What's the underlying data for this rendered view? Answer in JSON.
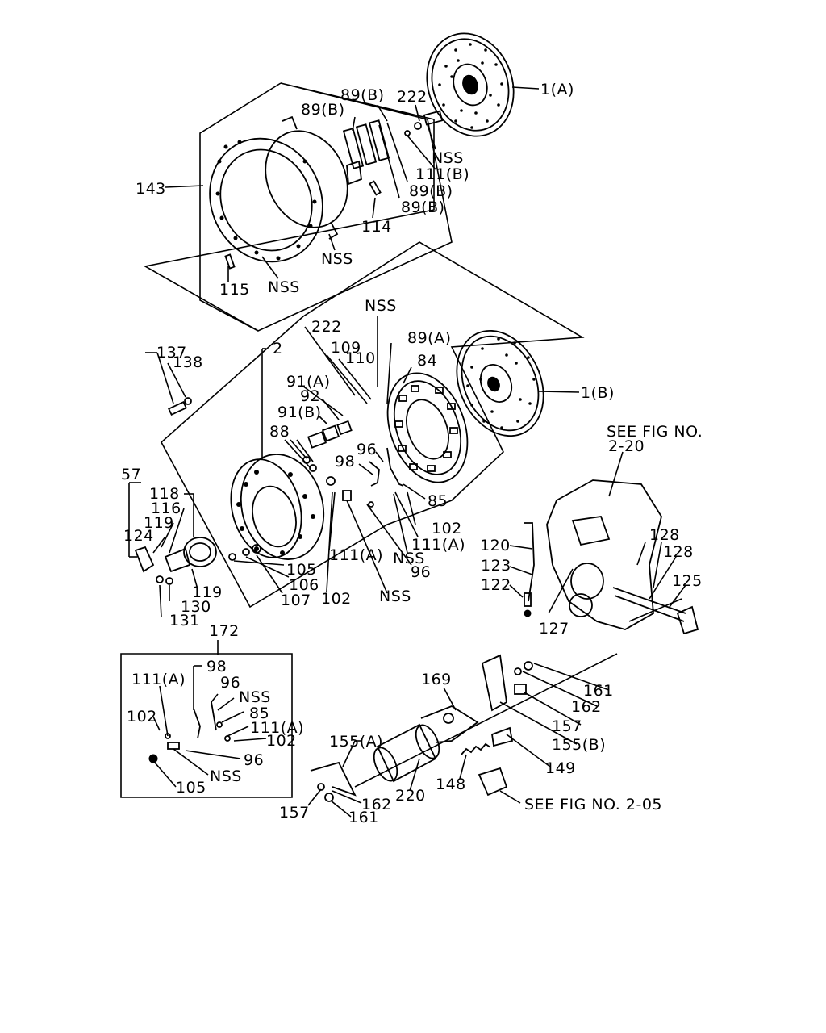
{
  "diagram": {
    "callouts": {
      "c_1a": "1(A)",
      "c_222_top": "222",
      "c_89b_1": "89(B)",
      "c_89b_2": "89(B)",
      "c_89b_3": "89(B)",
      "c_89b_4": "89(B)",
      "c_nss_1": "NSS",
      "c_111b": "111(B)",
      "c_143": "143",
      "c_114": "114",
      "c_nss_2": "NSS",
      "c_115": "115",
      "c_nss_3": "NSS",
      "c_nss_4": "NSS",
      "c_222_mid": "222",
      "c_89a": "89(A)",
      "c_137": "137",
      "c_2": "2",
      "c_109": "109",
      "c_110": "110",
      "c_84": "84",
      "c_138": "138",
      "c_1b": "1(B)",
      "c_91a": "91(A)",
      "c_92": "92",
      "c_91b": "91(B)",
      "c_88": "88",
      "c_96_a": "96",
      "c_98_a": "98",
      "c_85_a": "85",
      "c_57": "57",
      "c_118": "118",
      "c_116": "116",
      "c_119_a": "119",
      "c_124": "124",
      "c_102_a": "102",
      "c_111a_1": "111(A)",
      "c_111a_2": "111(A)",
      "c_nss_5": "NSS",
      "c_105_a": "105",
      "c_106": "106",
      "c_107": "107",
      "c_102_b": "102",
      "c_96_b": "96",
      "c_nss_6": "NSS",
      "c_119_b": "119",
      "c_130": "130",
      "c_131": "131",
      "c_see_2_20_a": "SEE FIG NO.",
      "c_see_2_20_b": "2-20",
      "c_128_a": "128",
      "c_128_b": "128",
      "c_125": "125",
      "c_120": "120",
      "c_123": "123",
      "c_122": "122",
      "c_127": "127",
      "c_172": "172",
      "c_111a_3": "111(A)",
      "c_98_b": "98",
      "c_96_c": "96",
      "c_nss_7": "NSS",
      "c_85_b": "85",
      "c_102_c": "102",
      "c_111a_4": "111(A)",
      "c_102_d": "102",
      "c_96_d": "96",
      "c_nss_8": "NSS",
      "c_105_b": "105",
      "c_169": "169",
      "c_161_a": "161",
      "c_162_a": "162",
      "c_157_a": "157",
      "c_155b": "155(B)",
      "c_149": "149",
      "c_155a": "155(A)",
      "c_220": "220",
      "c_148": "148",
      "c_162_b": "162",
      "c_157_b": "157",
      "c_161_b": "161",
      "c_see_2_05": "SEE FIG NO. 2-05"
    }
  }
}
